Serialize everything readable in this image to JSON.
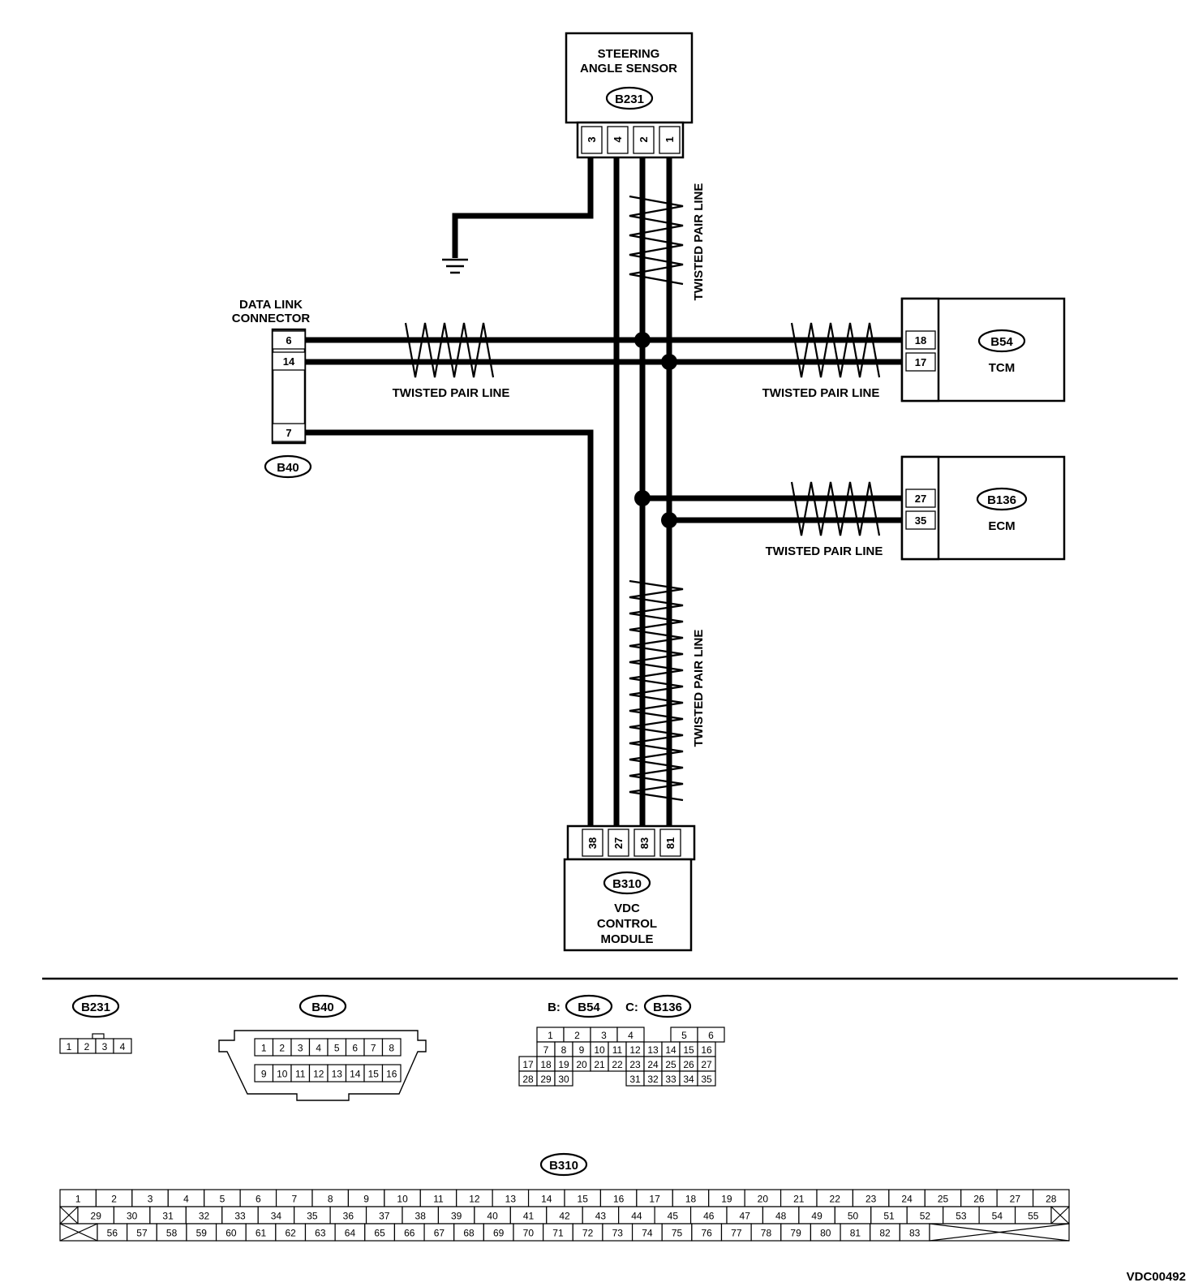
{
  "components": {
    "steering_sensor": {
      "title_line1": "STEERING",
      "title_line2": "ANGLE SENSOR",
      "connector": "B231",
      "pins": [
        "3",
        "4",
        "2",
        "1"
      ]
    },
    "dlc": {
      "title_line1": "DATA LINK",
      "title_line2": "CONNECTOR",
      "connector": "B40",
      "pins": [
        "6",
        "14",
        "7"
      ]
    },
    "tcm": {
      "title": "TCM",
      "connector": "B54",
      "pins": [
        "18",
        "17"
      ]
    },
    "ecm": {
      "title": "ECM",
      "connector": "B136",
      "pins": [
        "27",
        "35"
      ]
    },
    "vdc": {
      "title_line1": "VDC",
      "title_line2": "CONTROL",
      "title_line3": "MODULE",
      "connector": "B310",
      "pins": [
        "38",
        "27",
        "83",
        "81"
      ]
    }
  },
  "labels": {
    "twisted_pair": "TWISTED PAIR LINE"
  },
  "connector_views": {
    "b231": {
      "label": "B231",
      "pins": [
        "1",
        "2",
        "3",
        "4"
      ]
    },
    "b40": {
      "label": "B40",
      "row1": [
        "1",
        "2",
        "3",
        "4",
        "5",
        "6",
        "7",
        "8"
      ],
      "row2": [
        "9",
        "10",
        "11",
        "12",
        "13",
        "14",
        "15",
        "16"
      ]
    },
    "b54_b136": {
      "prefix_b": "B:",
      "label_b": "B54",
      "prefix_c": "C:",
      "label_c": "B136",
      "row1": [
        "1",
        "2",
        "3",
        "4",
        "",
        "5",
        "6"
      ],
      "row2": [
        "7",
        "8",
        "9",
        "10",
        "11",
        "12",
        "13",
        "14",
        "15",
        "16"
      ],
      "row3": [
        "17",
        "18",
        "19",
        "20",
        "21",
        "22",
        "23",
        "24",
        "25",
        "26",
        "27"
      ],
      "row4a": [
        "28",
        "29",
        "30"
      ],
      "row4b": [
        "31",
        "32",
        "33",
        "34",
        "35"
      ]
    },
    "b310": {
      "label": "B310",
      "row1": [
        "1",
        "2",
        "3",
        "4",
        "5",
        "6",
        "7",
        "8",
        "9",
        "10",
        "11",
        "12",
        "13",
        "14",
        "15",
        "16",
        "17",
        "18",
        "19",
        "20",
        "21",
        "22",
        "23",
        "24",
        "25",
        "26",
        "27",
        "28"
      ],
      "row2": [
        "29",
        "30",
        "31",
        "32",
        "33",
        "34",
        "35",
        "36",
        "37",
        "38",
        "39",
        "40",
        "41",
        "42",
        "43",
        "44",
        "45",
        "46",
        "47",
        "48",
        "49",
        "50",
        "51",
        "52",
        "53",
        "54",
        "55"
      ],
      "row3": [
        "56",
        "57",
        "58",
        "59",
        "60",
        "61",
        "62",
        "63",
        "64",
        "65",
        "66",
        "67",
        "68",
        "69",
        "70",
        "71",
        "72",
        "73",
        "74",
        "75",
        "76",
        "77",
        "78",
        "79",
        "80",
        "81",
        "82",
        "83"
      ]
    }
  },
  "figure_id": "VDC00492"
}
